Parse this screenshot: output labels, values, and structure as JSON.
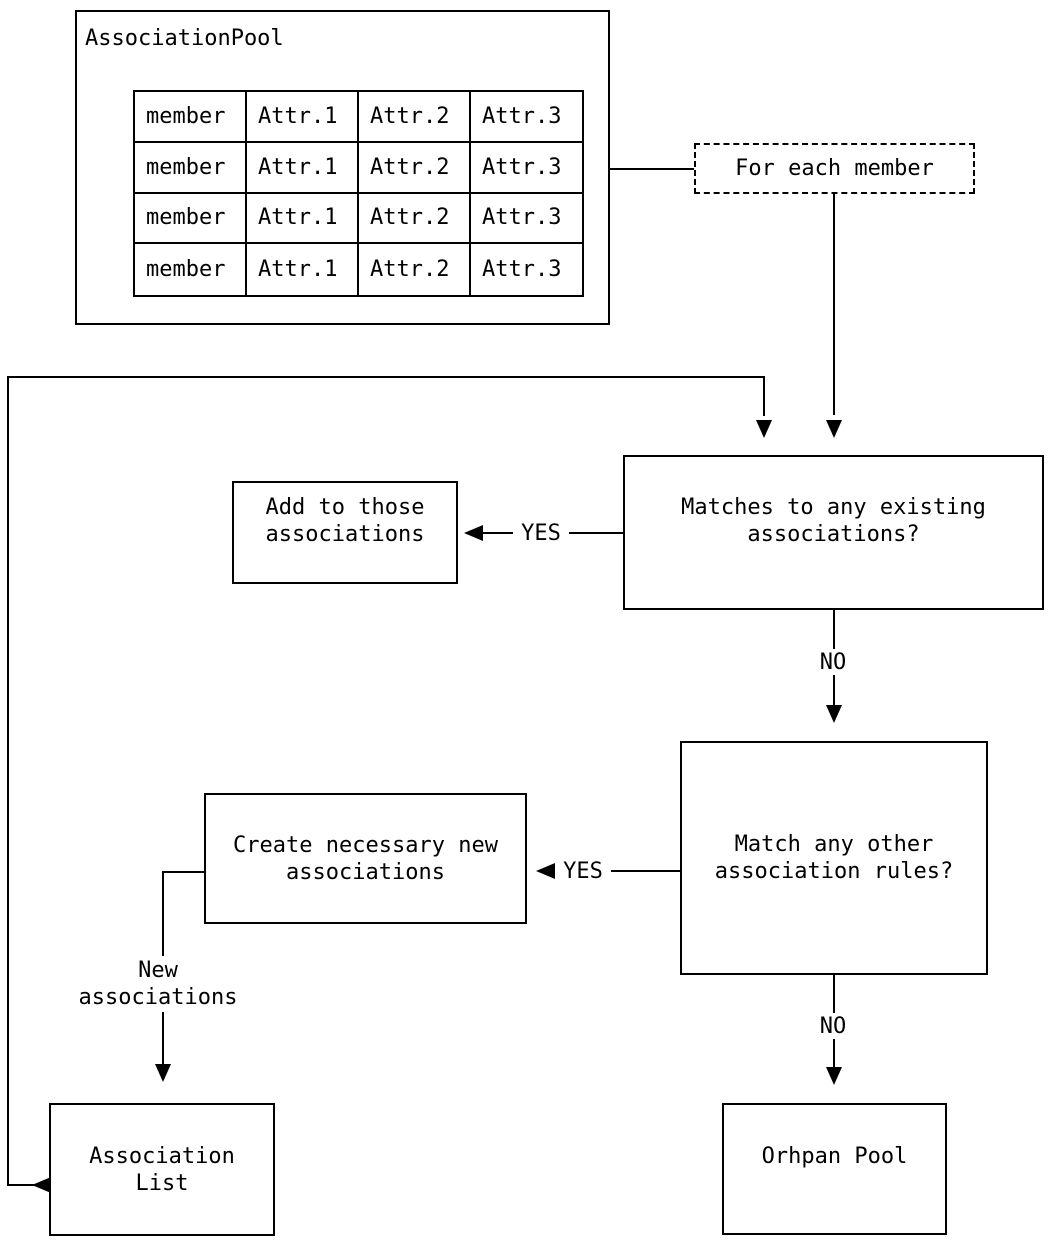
{
  "diagram": {
    "pool": {
      "title": "AssociationPool",
      "table": {
        "rows": [
          [
            "member",
            "Attr.1",
            "Attr.2",
            "Attr.3"
          ],
          [
            "member",
            "Attr.1",
            "Attr.2",
            "Attr.3"
          ],
          [
            "member",
            "Attr.1",
            "Attr.2",
            "Attr.3"
          ],
          [
            "member",
            "Attr.1",
            "Attr.2",
            "Attr.3"
          ]
        ]
      }
    },
    "loop_box": {
      "label": "For each member"
    },
    "nodes": {
      "matches_existing": {
        "lines": [
          "Matches to any existing",
          "associations?"
        ]
      },
      "add_to_those": {
        "lines": [
          "Add to those",
          "associations"
        ]
      },
      "match_other": {
        "lines": [
          "Match any other",
          "association rules?"
        ]
      },
      "create_new": {
        "lines": [
          "Create necessary new",
          "associations"
        ]
      },
      "association_list": {
        "lines": [
          "Association",
          "List"
        ]
      },
      "orphan_pool": {
        "lines": [
          "Orhpan Pool"
        ]
      }
    },
    "edge_labels": {
      "yes_existing": "YES",
      "no_existing": "NO",
      "yes_rules": "YES",
      "no_rules": "NO",
      "new_associations": {
        "lines": [
          "New",
          "associations"
        ]
      }
    },
    "colors": {
      "line": "#000000",
      "background": "#ffffff",
      "text": "#000000"
    }
  }
}
